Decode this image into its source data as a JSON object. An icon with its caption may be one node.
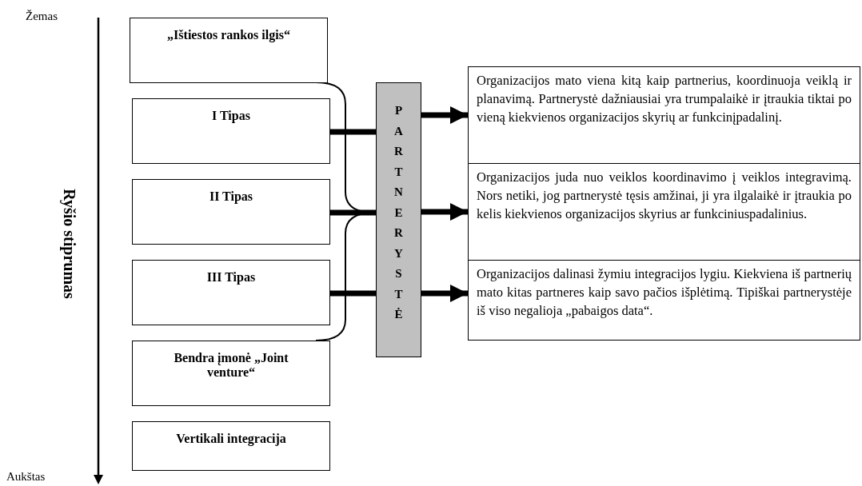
{
  "diagram": {
    "nodes": [
      {
        "text": [
          "„Ištiestos rankos ilgis“"
        ]
      },
      {
        "text": [
          "I Tipas"
        ]
      },
      {
        "text": [
          "II Tipas"
        ]
      },
      {
        "text": [
          "III Tipas"
        ]
      },
      {
        "text": [
          "Bendra įmonė „Joint venture“"
        ]
      },
      {
        "text": [
          "Vertikali integracija"
        ]
      },
      {
        "text": [
          "PARTNERYSTĖ"
        ]
      },
      {
        "text": [
          "Organizacijos mato viena kitą kaip partnerius, koordinuoja veiklą ir planavimą. Partnerystė dažniausiai yra trumpalaikė ir įtraukia tiktai po vieną kiekvienos organizacijos skyrių ar funkcinįpadalinį."
        ]
      },
      {
        "text": [
          "Organizacijos juda nuo veiklos koordinavimo į veiklos integravimą. Nors netiki, jog partnerystė tęsis amžinai, ji yra ilgalaikė ir įtraukia po kelis kiekvienos organizacijos skyrius ar funkciniuspadalinius."
        ]
      },
      {
        "text": [
          "Organizacijos dalinasi žymiu integracijos lygiu. Kiekviena iš partnerių mato kitas partneres kaip savo pačios išplėtimą. Tipiškai partnerystėje iš viso negalioja „pabaigos data“."
        ]
      }
    ],
    "edges": [
      {
        "from": 1,
        "to": 6,
        "arrow": "none"
      },
      {
        "from": 2,
        "to": 6,
        "arrow": "none"
      },
      {
        "from": 3,
        "to": 6,
        "arrow": "none"
      },
      {
        "from": 6,
        "to": 7,
        "arrow": "to"
      },
      {
        "from": 6,
        "to": 8,
        "arrow": "to"
      },
      {
        "from": 6,
        "to": 9,
        "arrow": "to"
      }
    ],
    "labels": [
      "Žemas",
      "Ryšio stiprumas",
      "Aukštas"
    ]
  }
}
